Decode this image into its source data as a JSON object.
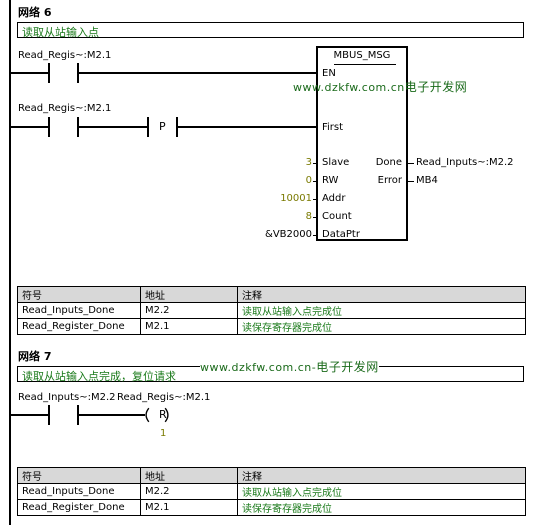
{
  "network6": {
    "title": "网络 6",
    "comment": "读取从站输入点",
    "contact1_label": "Read_Regis~:M2.1",
    "contact2_label": "Read_Regis~:M2.1",
    "p_label": "P",
    "block": {
      "name": "MBUS_MSG",
      "en": "EN",
      "first": "First",
      "slave": "Slave",
      "rw": "RW",
      "addr": "Addr",
      "count": "Count",
      "dataptr": "DataPtr",
      "done": "Done",
      "error": "Error"
    },
    "values": {
      "slave": "3",
      "rw": "0",
      "addr": "10001",
      "count": "8",
      "dataptr": "&VB2000",
      "done": "Read_Inputs~:M2.2",
      "error": "MB4"
    },
    "table": {
      "headers": [
        "符号",
        "地址",
        "注释"
      ],
      "rows": [
        [
          "Read_Inputs_Done",
          "M2.2",
          "读取从站输入点完成位"
        ],
        [
          "Read_Register_Done",
          "M2.1",
          "读保存寄存器完成位"
        ]
      ]
    }
  },
  "network7": {
    "title": "网络 7",
    "comment": "读取从站输入点完成，复位请求",
    "contact1_label": "Read_Inputs~:M2.2",
    "coil_label": "Read_Regis~:M2.1",
    "coil_type": "R",
    "coil_count": "1",
    "table": {
      "headers": [
        "符号",
        "地址",
        "注释"
      ],
      "rows": [
        [
          "Read_Inputs_Done",
          "M2.2",
          "读取从站输入点完成位"
        ],
        [
          "Read_Register_Done",
          "M2.1",
          "读保存寄存器完成位"
        ]
      ]
    }
  },
  "watermark1": {
    "url": "www.dzkfw.com.cn",
    "cn": "电子开发网"
  },
  "watermark2": {
    "url": "www.dzkfw.com.cn-",
    "cn": "电子开发网"
  }
}
